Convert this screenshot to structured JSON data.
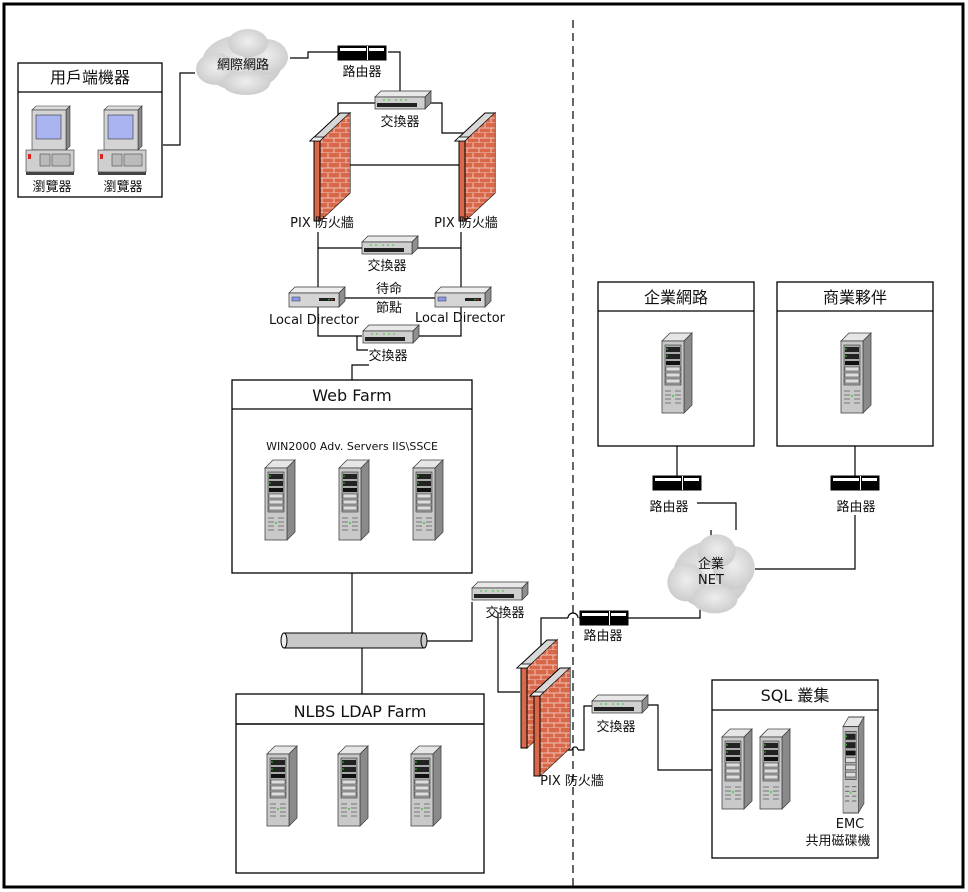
{
  "diagram": {
    "groups": {
      "client": {
        "title": "用戶端機器",
        "items": [
          "瀏覽器",
          "瀏覽器"
        ]
      },
      "web_farm": {
        "title": "Web Farm",
        "subtitle": "WIN2000 Adv. Servers IIS\\SSCE"
      },
      "ldap_farm": {
        "title": "NLBS LDAP Farm"
      },
      "enterprise": {
        "title": "企業網路"
      },
      "partner": {
        "title": "商業夥伴"
      },
      "sql": {
        "title": "SQL 叢集",
        "storage_label_1": "EMC",
        "storage_label_2": "共用磁碟機"
      }
    },
    "nodes": {
      "internet": "網際網路",
      "router_top": "路由器",
      "switch_top": "交換器",
      "firewall_left": "PIX 防火牆",
      "firewall_right": "PIX 防火牆",
      "switch_mid": "交換器",
      "standby_1": "待命",
      "standby_2": "節點",
      "director_left": "Local Director",
      "director_right": "Local Director",
      "switch_lower": "交換器",
      "switch_backbone": "交換器",
      "router_corp": "路由器",
      "firewall_inner": "PIX 防火牆",
      "switch_sql": "交換器",
      "router_enterprise": "路由器",
      "router_partner": "路由器",
      "corp_net_1": "企業",
      "corp_net_2": "NET"
    },
    "colors": {
      "brick": "#d9684a",
      "cloud": "#d6d6d6",
      "device": "#c8c8c8",
      "screen": "#a9b4f0"
    }
  }
}
